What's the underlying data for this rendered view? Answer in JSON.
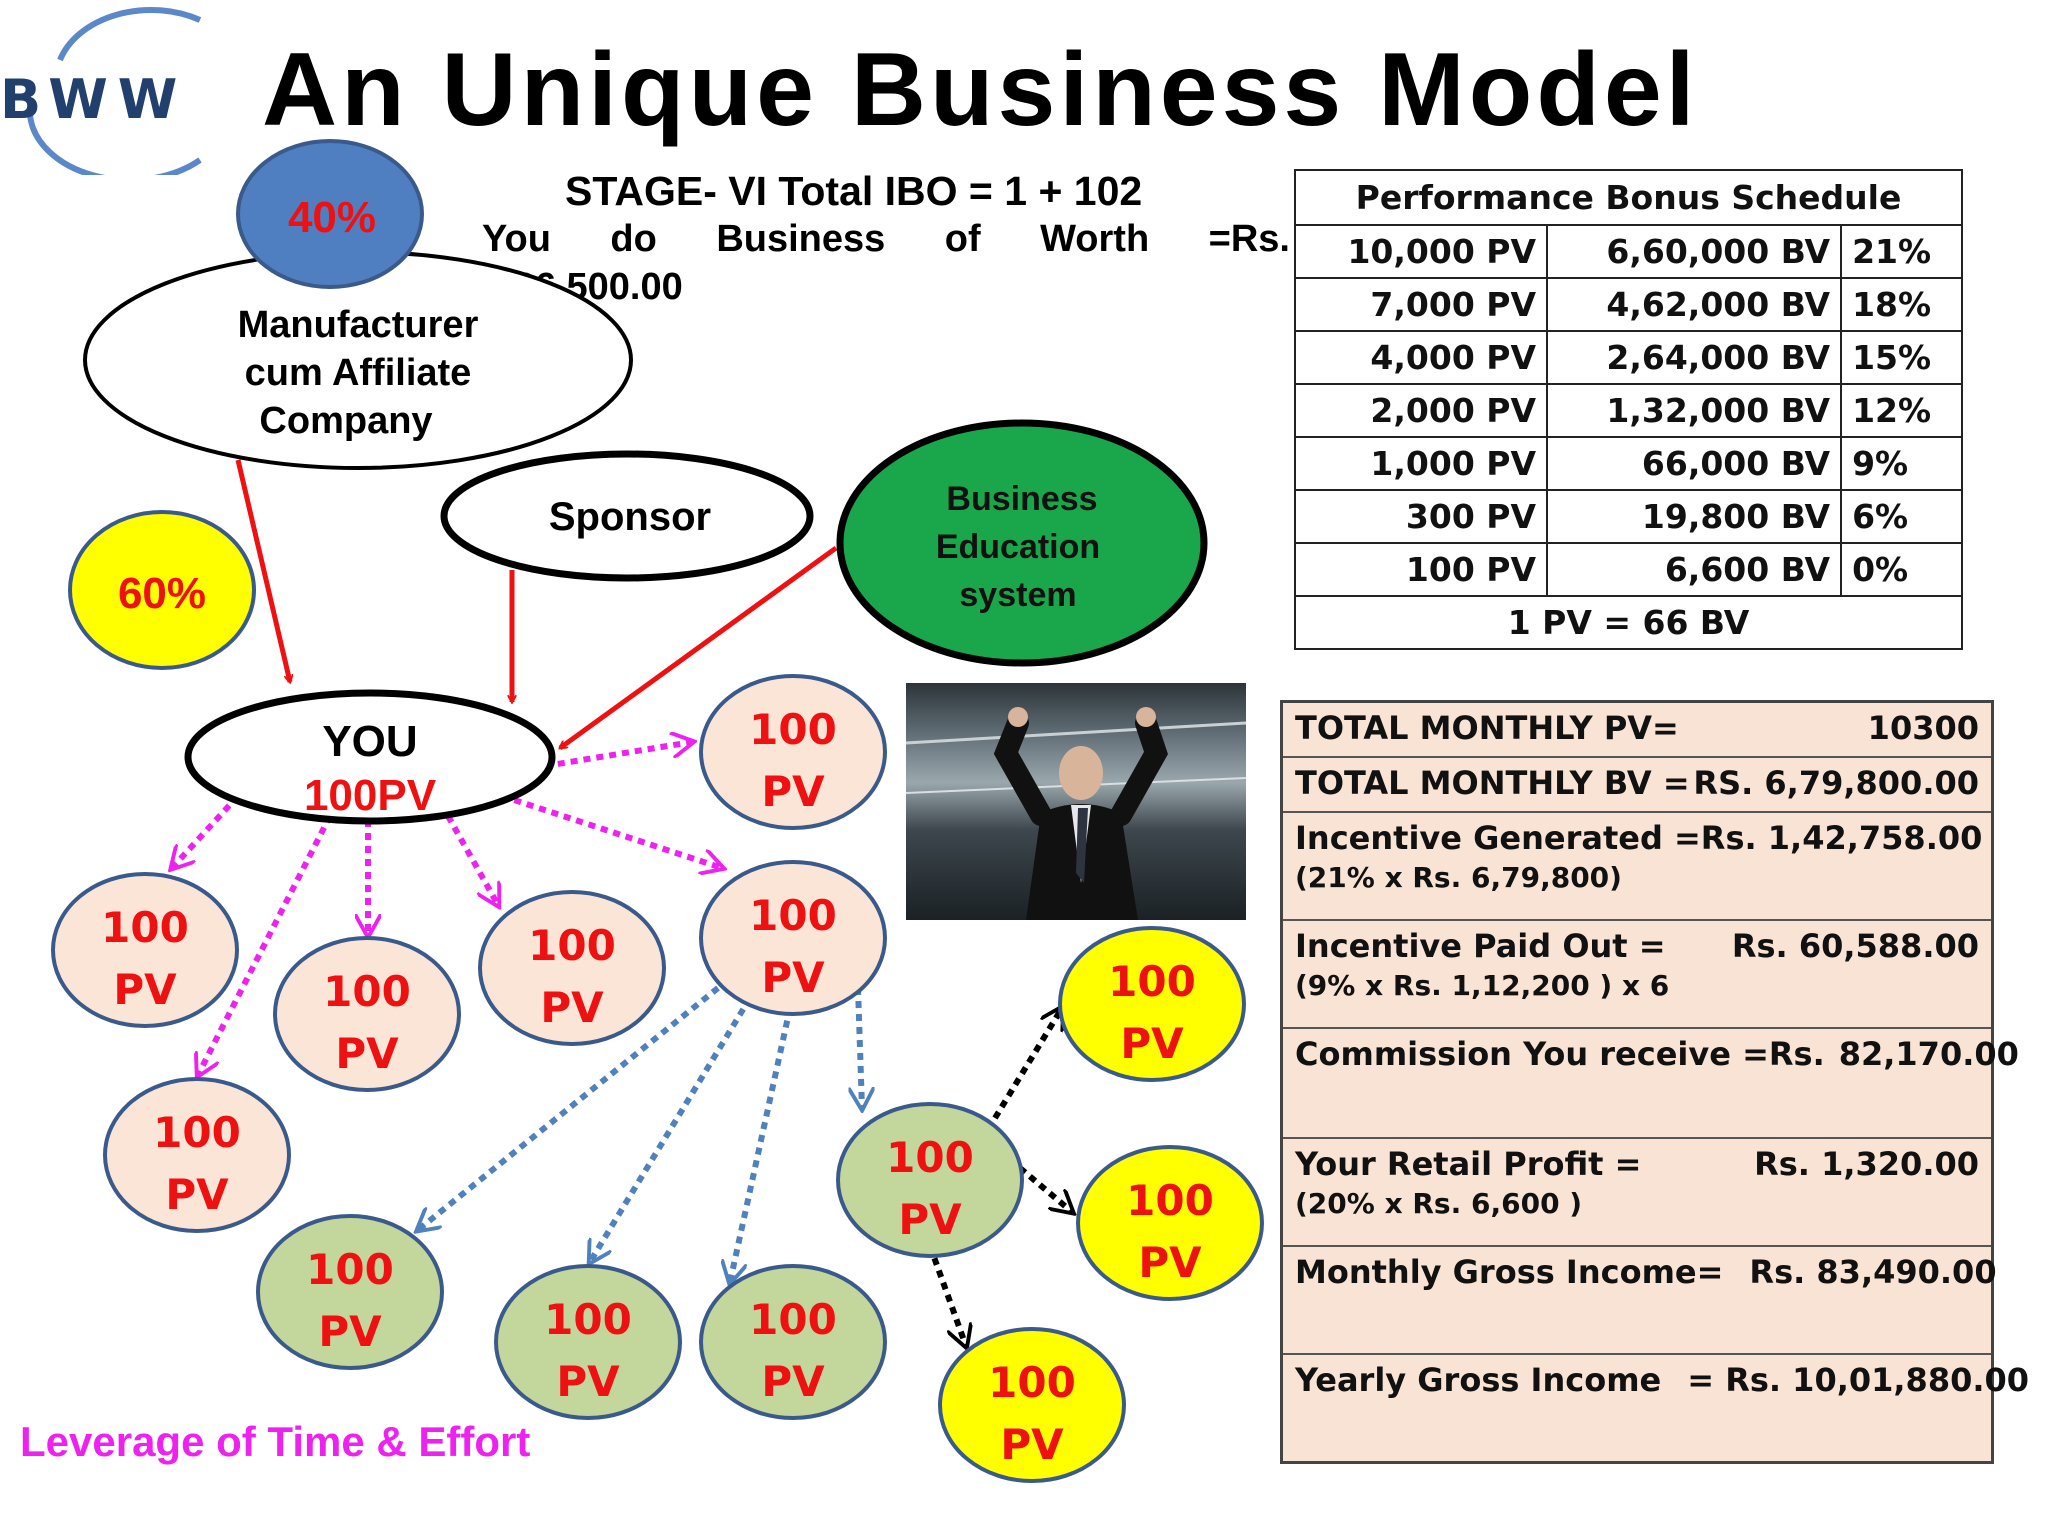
{
  "logo_text": "BWW",
  "title": "An Unique Business Model",
  "stage_line": "STAGE- VI  Total IBO = 1 + 102",
  "worth_words": [
    "You",
    "do",
    "Business",
    "of",
    "Worth",
    "=Rs."
  ],
  "worth_amount": "5,66,500.00",
  "nodes": {
    "manufacturer_share": "40%",
    "manufacturer": [
      "Manufacturer",
      "cum Affiliate",
      "Company"
    ],
    "you_share": "60%",
    "sponsor": "Sponsor",
    "education": [
      "Business",
      "Education",
      "system"
    ],
    "you": "YOU",
    "you_pv": "100PV",
    "pv_top": "100",
    "pv_bottom": "PV"
  },
  "leverage": "Leverage of Time & Effort",
  "bonus_table": {
    "title": "Performance Bonus Schedule",
    "rows": [
      [
        "10,000 PV",
        "6,60,000 BV",
        "21%"
      ],
      [
        "7,000 PV",
        "4,62,000 BV",
        "18%"
      ],
      [
        "4,000 PV",
        "2,64,000 BV",
        "15%"
      ],
      [
        "2,000 PV",
        "1,32,000 BV",
        "12%"
      ],
      [
        "1,000 PV",
        "66,000 BV",
        "9%"
      ],
      [
        "300 PV",
        "19,800 BV",
        "6%"
      ],
      [
        "100 PV",
        "6,600 BV",
        "0%"
      ]
    ],
    "footer": "1 PV = 66 BV"
  },
  "income": {
    "total_pv_label": "TOTAL MONTHLY PV=",
    "total_pv_value": "10300",
    "total_bv_label": "TOTAL MONTHLY BV =",
    "total_bv_value": "RS. 6,79,800.00",
    "incentive_generated_label": "Incentive Generated =",
    "incentive_generated_value": "Rs.  1,42,758.00",
    "incentive_generated_note": "(21% x Rs. 6,79,800)",
    "incentive_paid_label": "Incentive Paid Out =",
    "incentive_paid_value": "Rs.     60,588.00",
    "incentive_paid_note": "(9% x Rs. 1,12,200 ) x 6",
    "commission_label": "Commission You receive =Rs.",
    "commission_value": "82,170.00",
    "retail_label": "Your Retail Profit =",
    "retail_value": "Rs.   1,320.00",
    "retail_note": "(20% x Rs. 6,600 )",
    "monthly_label": "Monthly Gross Income=",
    "monthly_value": "Rs.  83,490.00",
    "yearly_label": "Yearly Gross Income",
    "yearly_value": "= Rs.  10,01,880.00"
  },
  "colors": {
    "red": "#ee1111",
    "magenta": "#ee22ee",
    "blue_arrow": "#4f81bd",
    "peach": "#fbe5d6",
    "sage": "#c3d69b",
    "yellow": "#ffff00",
    "green": "#1aa64a",
    "steel_blue": "#4f7fc0",
    "node_border": "#3a5a8c"
  }
}
